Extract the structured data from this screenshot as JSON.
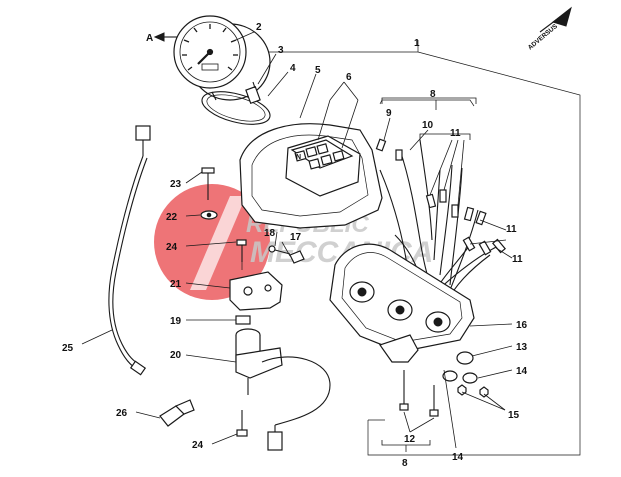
{
  "diagram": {
    "direction_label": "A",
    "orientation_label": "ADVERSUS",
    "watermark": {
      "line1": "REPUBLIC",
      "line2": "MECCANICA",
      "accent": "#e8454a"
    },
    "callouts": [
      "1",
      "2",
      "3",
      "4",
      "5",
      "6",
      "8",
      "9",
      "10",
      "11",
      "11",
      "11",
      "17",
      "18",
      "22",
      "23",
      "24",
      "21",
      "19",
      "20",
      "25",
      "26",
      "24",
      "16",
      "13",
      "14",
      "15",
      "12",
      "8",
      "14"
    ],
    "gauge_label": "N"
  }
}
